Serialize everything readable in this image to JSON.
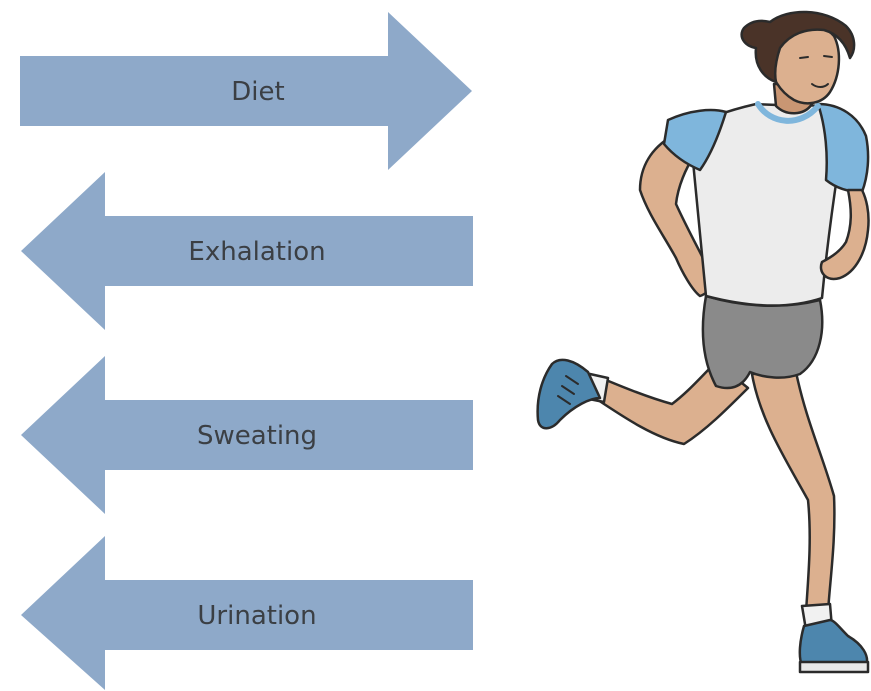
{
  "arrows": [
    {
      "label": "Diet",
      "direction": "in",
      "color": "#8ea9c9"
    },
    {
      "label": "Exhalation",
      "direction": "out",
      "color": "#8ea9c9"
    },
    {
      "label": "Sweating",
      "direction": "out",
      "color": "#8ea9c9"
    },
    {
      "label": "Urination",
      "direction": "out",
      "color": "#8ea9c9"
    }
  ],
  "runner": {
    "icon": "running-woman-illustration",
    "skin": "#dcb08f",
    "skin_shadow": "#c99673",
    "hair": "#4a3328",
    "shirt": "#ececec",
    "sleeves": "#7fb6dc",
    "shorts": "#8a8a8a",
    "socks": "#f1f1f1",
    "shoes": "#4d86ad",
    "outline": "#2b2b2b"
  }
}
